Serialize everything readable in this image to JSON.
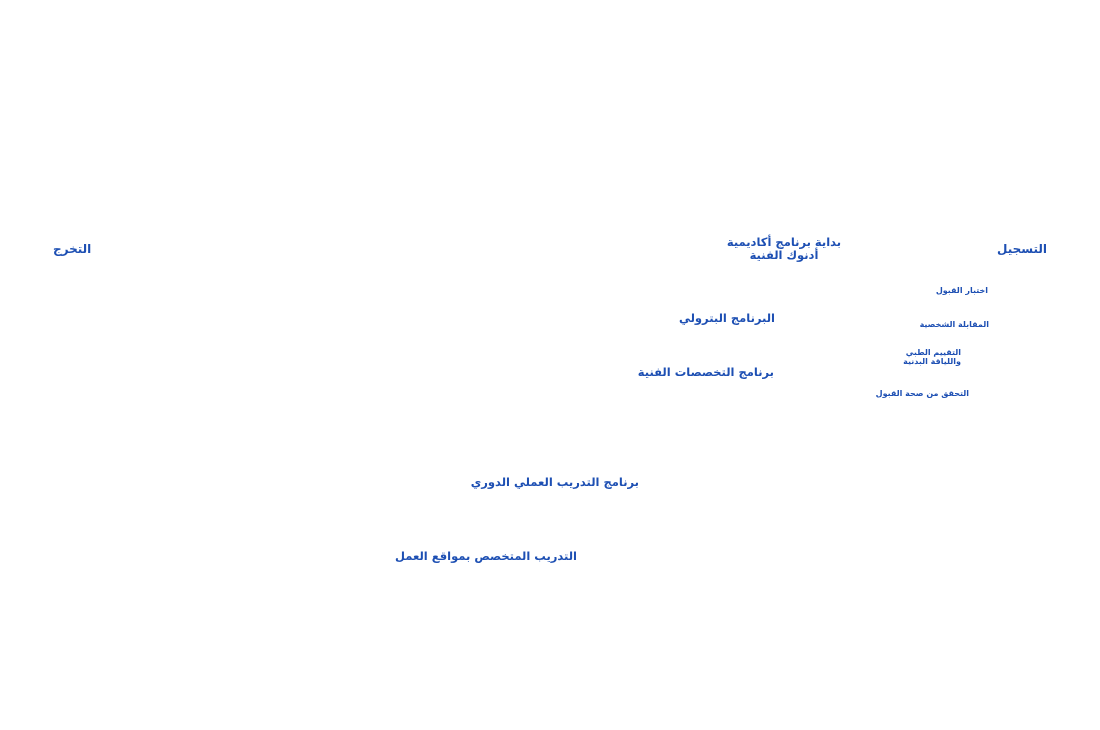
{
  "colors": {
    "text": "#1d4fb3",
    "background": "#ffffff"
  },
  "stages": {
    "registration": "التسجيل",
    "graduation": "التخرج",
    "academy_start": {
      "line1": "بداية برنامج أكاديمية",
      "line2": "أدنوك الفنية"
    },
    "petroleum_program": "البرنامج البترولي",
    "technical_specializations": "برنامج التخصصات الفنية",
    "periodic_practical_training": "برنامج التدريب  العملي الدوري",
    "worksite_specialized_training": "التدريب المتخصص بمواقع العمل"
  },
  "registration_steps": {
    "admission_test": "اختبار القبول",
    "personal_interview": "المقابلة الشخصية",
    "medical_fitness": {
      "line1": "التقييم الطبي",
      "line2": "واللياقة البدنية"
    },
    "admission_verification": "التحقق من صحة القبول"
  }
}
